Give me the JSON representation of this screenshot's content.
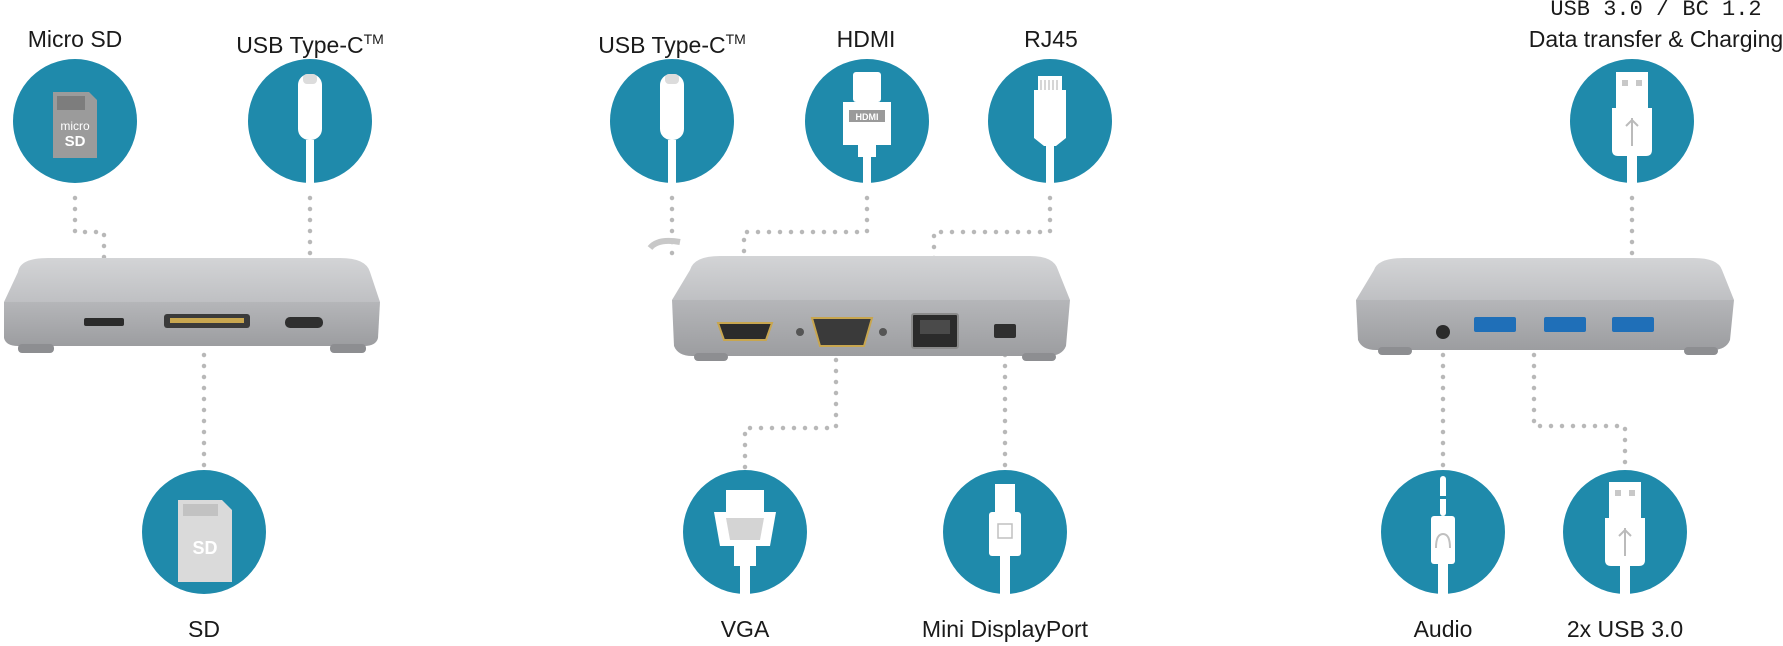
{
  "labels": {
    "micro_sd": "Micro SD",
    "usb_c_left": "USB Type-C",
    "usb_c_mid": "USB Type-C",
    "tm": "TM",
    "hdmi": "HDMI",
    "rj45": "RJ45",
    "usb30_bc_line1": "USB 3.0 / BC 1.2",
    "usb30_bc_line2": "Data transfer & Charging",
    "sd": "SD",
    "vga": "VGA",
    "mini_dp": "Mini DisplayPort",
    "audio": "Audio",
    "usb30_2x": "2x USB 3.0"
  },
  "icon_text": {
    "micro_sd": "micro",
    "micro_sd_2": "SD",
    "sd": "SD",
    "hdmi": "HDMI"
  },
  "colors": {
    "circle": "#1f8aab",
    "device": "#b9babd",
    "dots": "#b8b8b8",
    "connector": "#ffffff"
  }
}
